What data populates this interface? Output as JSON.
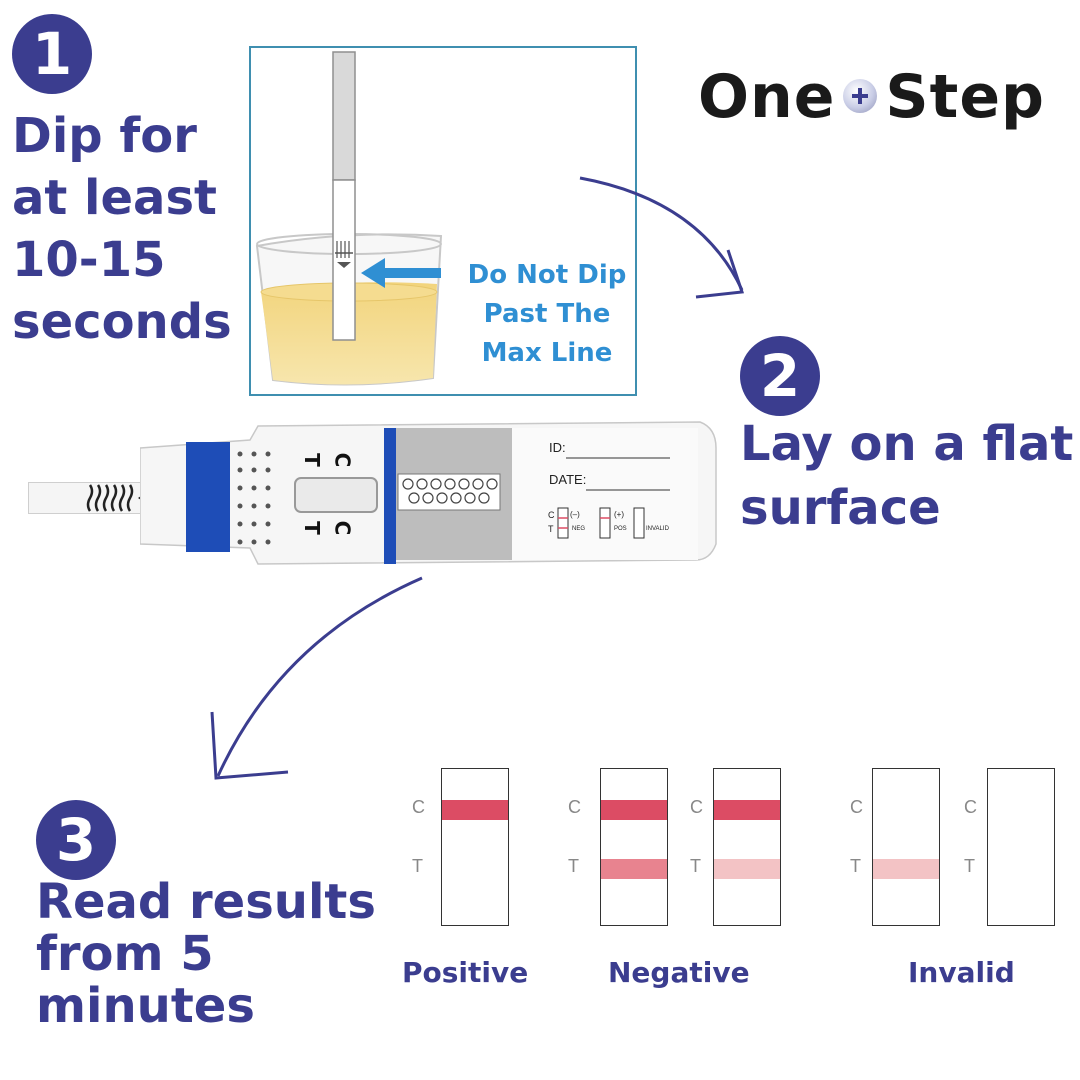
{
  "steps": [
    {
      "number": "1",
      "text_lines": [
        "Dip for",
        "at least",
        "10-15",
        "seconds"
      ]
    },
    {
      "number": "2",
      "text_lines": [
        "Lay on a flat",
        "surface"
      ]
    },
    {
      "number": "3",
      "text_lines": [
        "Read results",
        "from 5",
        "minutes"
      ]
    }
  ],
  "logo": {
    "word1": "One",
    "word2": "Step"
  },
  "dip_warning": {
    "lines": [
      "Do Not Dip",
      "Past The",
      "Max Line"
    ]
  },
  "device": {
    "letters": {
      "c": "C",
      "t": "T"
    },
    "id_label": "ID:",
    "date_label": "DATE:",
    "legend": {
      "c": "C",
      "t": "T",
      "neg_sign": "(–)",
      "neg": "NEG",
      "pos_sign": "(+)",
      "pos": "POS",
      "invalid": "INVALID"
    }
  },
  "results": {
    "c_label": "C",
    "t_label": "T",
    "labels": {
      "positive": "Positive",
      "negative": "Negative",
      "invalid": "Invalid"
    }
  },
  "colors": {
    "brand": "#3b3d8f",
    "warning_blue": "#2f8fd3",
    "line_strong": "#dc4c64",
    "line_medium": "#e8838f",
    "line_faint": "#f3c3c5",
    "urine": "#f3d98a"
  }
}
